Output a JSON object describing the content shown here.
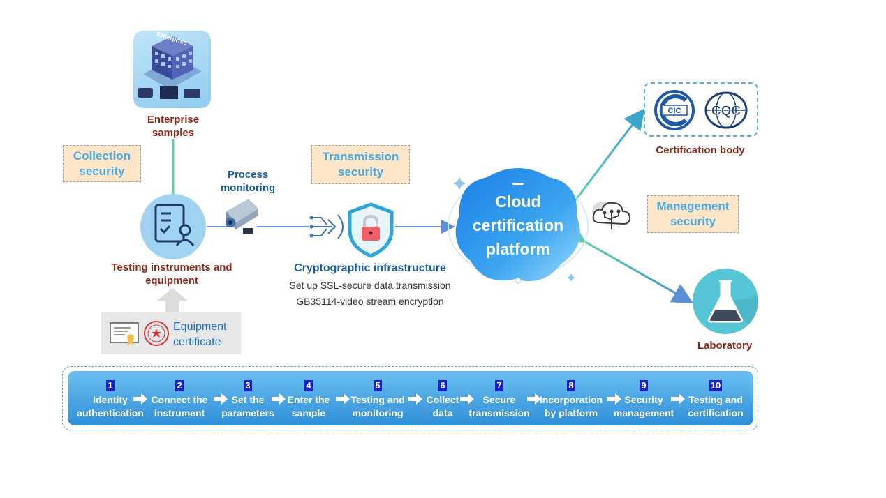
{
  "enterprise": {
    "sign": "Enterprise",
    "label_lines": [
      "Enterprise",
      "samples"
    ]
  },
  "collection_security": [
    "Collection",
    "security"
  ],
  "transmission_security": [
    "Transmission",
    "security"
  ],
  "management_security": [
    "Management",
    "security"
  ],
  "process_monitoring": [
    "Process",
    "monitoring"
  ],
  "testing_instruments": [
    "Testing instruments and",
    "equipment"
  ],
  "equipment_certificate": [
    "Equipment",
    "certificate"
  ],
  "crypto": {
    "title": "Cryptographic infrastructure",
    "line1": "Set up SSL-secure data transmission",
    "line2": "GB35114-video stream encryption"
  },
  "cloud": [
    "Cloud",
    "certification",
    "platform"
  ],
  "certification_body": {
    "label": "Certification body",
    "logo1": "CIC",
    "logo2": "CQC"
  },
  "laboratory": "Laboratory",
  "steps": [
    {
      "num": "1",
      "lines": [
        "Identity",
        "authentication"
      ]
    },
    {
      "num": "2",
      "lines": [
        "Connect the",
        "instrument"
      ]
    },
    {
      "num": "3",
      "lines": [
        "Set the",
        "parameters"
      ]
    },
    {
      "num": "4",
      "lines": [
        "Enter the",
        "sample"
      ]
    },
    {
      "num": "5",
      "lines": [
        "Testing and",
        "monitoring"
      ]
    },
    {
      "num": "6",
      "lines": [
        "Collect",
        "data"
      ]
    },
    {
      "num": "7",
      "lines": [
        "Secure",
        "transmission"
      ]
    },
    {
      "num": "8",
      "lines": [
        "Incorporation",
        "by platform"
      ]
    },
    {
      "num": "9",
      "lines": [
        "Security",
        "management"
      ]
    },
    {
      "num": "10",
      "lines": [
        "Testing and",
        "certification"
      ]
    }
  ],
  "colors": {
    "accent_blue": "#1b5ea8",
    "label_red": "#8b2a1c",
    "security_fill": "#fde6c8",
    "security_text": "#4aa9e0",
    "step_number_bg": "#1420c8"
  }
}
